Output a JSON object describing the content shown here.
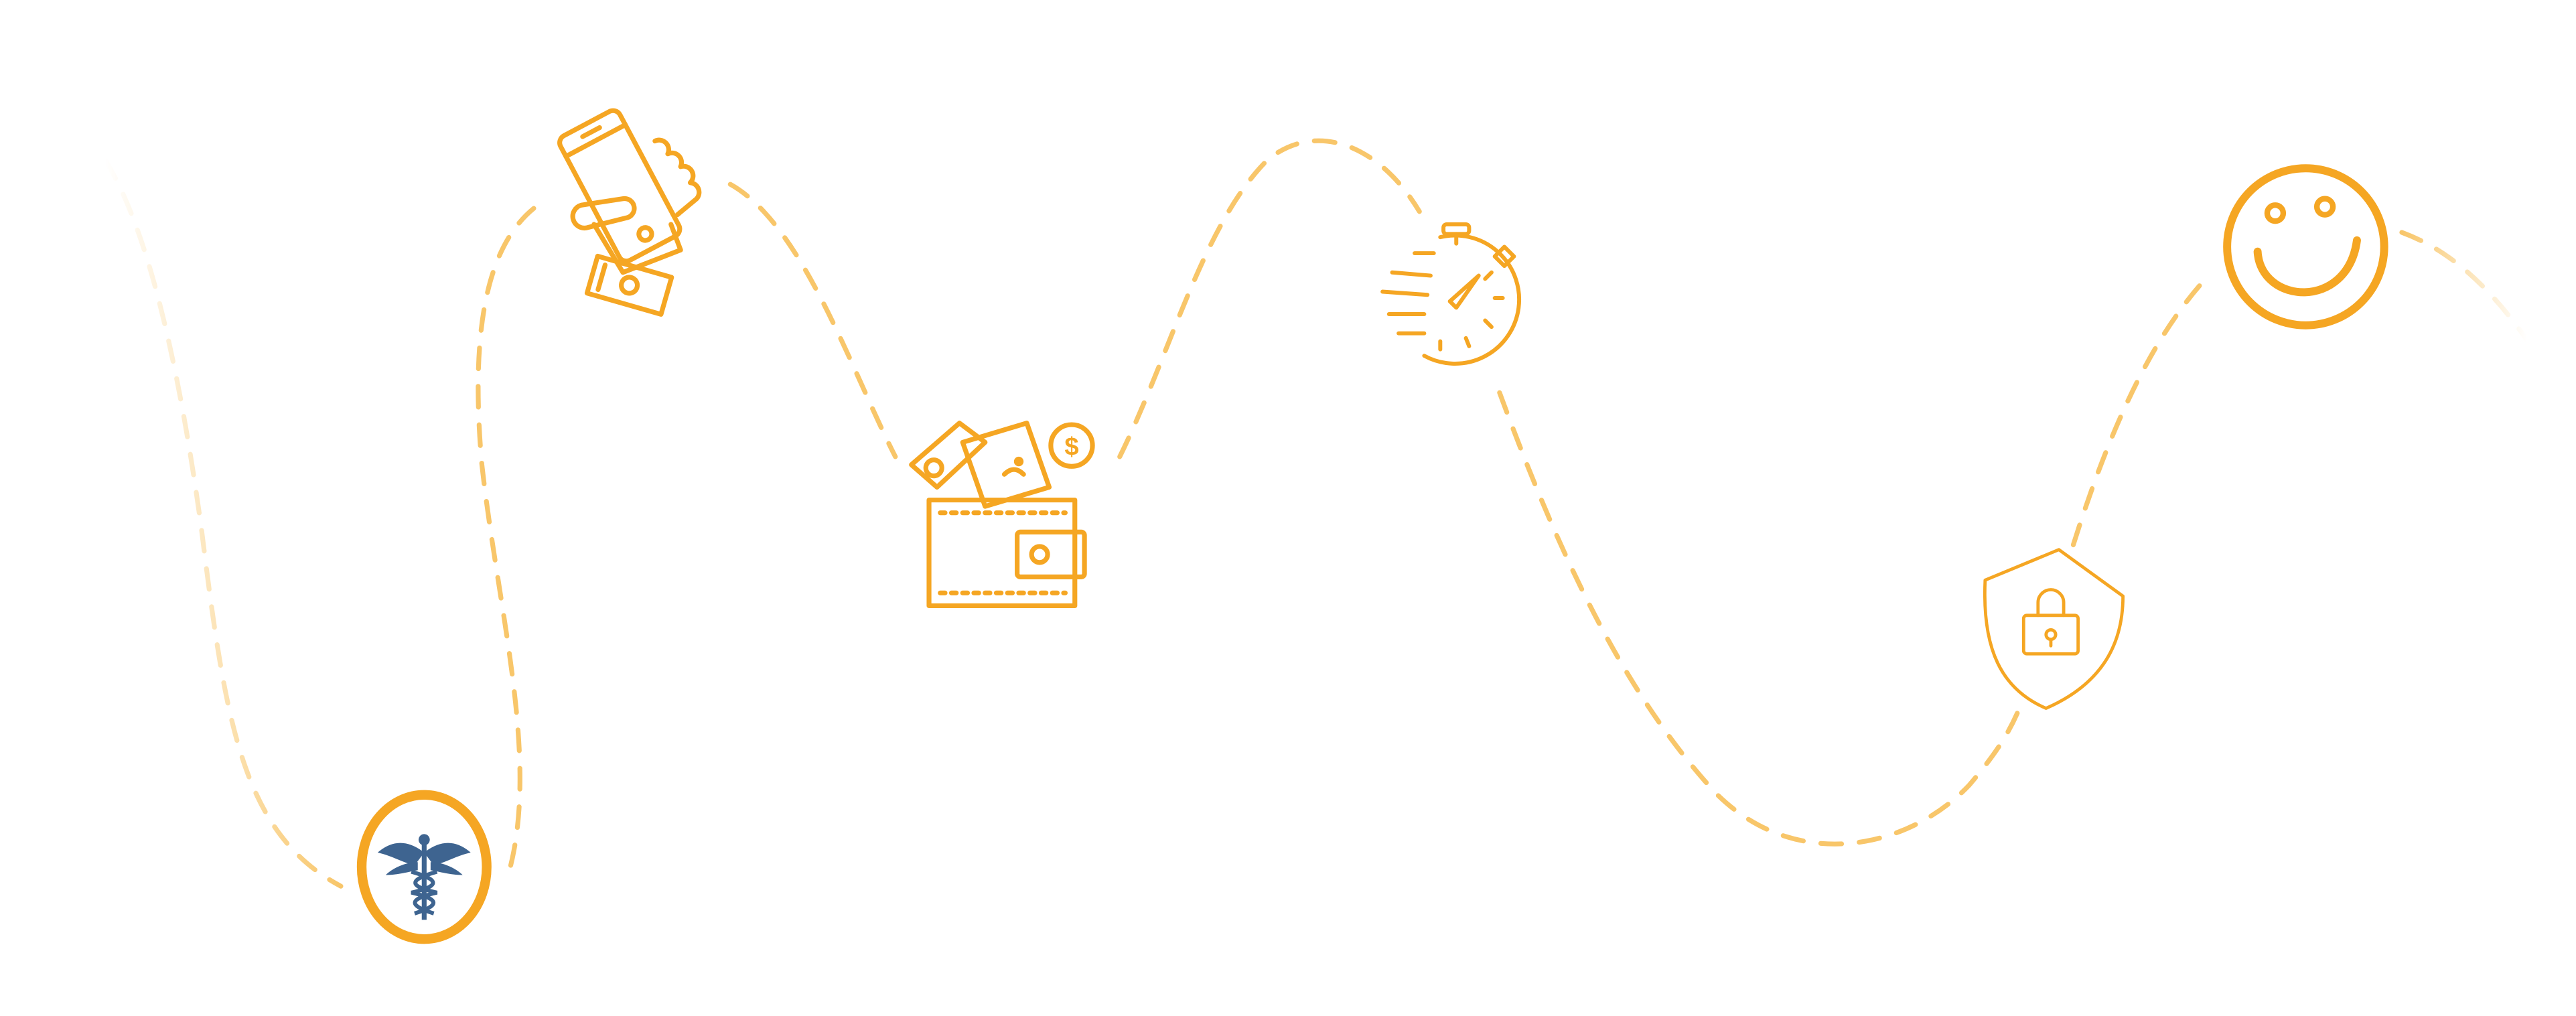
{
  "colors": {
    "background": "#ffffff",
    "accent": "#f5a623",
    "accent_light": "#f8c66a",
    "medical_blue": "#3e6490"
  },
  "journey_steps": [
    {
      "id": "start",
      "icon": "caduceus-medical-icon"
    },
    {
      "id": "step-2",
      "icon": "hand-holding-phone-money-icon"
    },
    {
      "id": "step-3",
      "icon": "wallet-with-cash-icon"
    },
    {
      "id": "step-4",
      "icon": "fast-stopwatch-icon"
    },
    {
      "id": "step-5",
      "icon": "shield-lock-icon"
    },
    {
      "id": "end",
      "icon": "smiley-face-icon"
    }
  ]
}
